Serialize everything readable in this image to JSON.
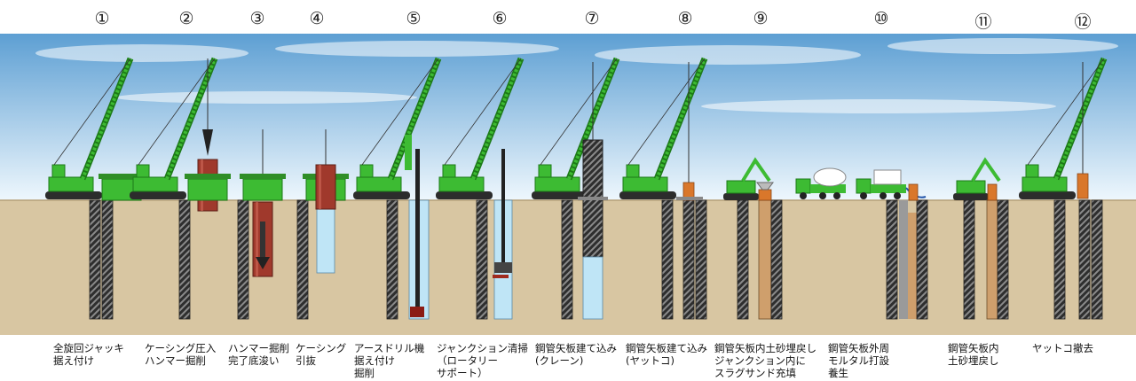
{
  "steps": [
    {
      "number": "①",
      "caption": "全旋回ジャッキ\n据え付け"
    },
    {
      "number": "②",
      "caption": "ケーシング圧入\nハンマー掘削"
    },
    {
      "number": "③",
      "caption": "ハンマー掘削\n完了底浚い"
    },
    {
      "number": "④",
      "caption": "ケーシング\n引抜"
    },
    {
      "number": "⑤",
      "caption": "アースドリル機\n据え付け\n掘削"
    },
    {
      "number": "⑥",
      "caption": "ジャンクション清掃\n（ロータリー\nサポート）"
    },
    {
      "number": "⑦",
      "caption": "鋼管矢板建て込み\n(クレーン)"
    },
    {
      "number": "⑧",
      "caption": "鋼管矢板建て込み\n(ヤットコ)"
    },
    {
      "number": "⑨",
      "caption": "鋼管矢板内土砂埋戻し\nジャンクション内に\nスラグサンド充填"
    },
    {
      "number": "⑩",
      "caption": "鋼管矢板外周\nモルタル打設\n養生"
    },
    {
      "number": "⑪",
      "caption": "鋼管矢板内\n土砂埋戻し"
    },
    {
      "number": "⑫",
      "caption": "ヤットコ撤去"
    }
  ],
  "colors": {
    "sky_top": "#5d9fd3",
    "sky_bottom": "#eef7fd",
    "ground": "#d8c6a2",
    "machine_green": "#3dbb33",
    "casing_red": "#a0392c",
    "pipe_dark": "#3a3a3a",
    "water": "#bfe5f6",
    "sand": "#cf9f6c",
    "yattoko_orange": "#d9772b"
  }
}
